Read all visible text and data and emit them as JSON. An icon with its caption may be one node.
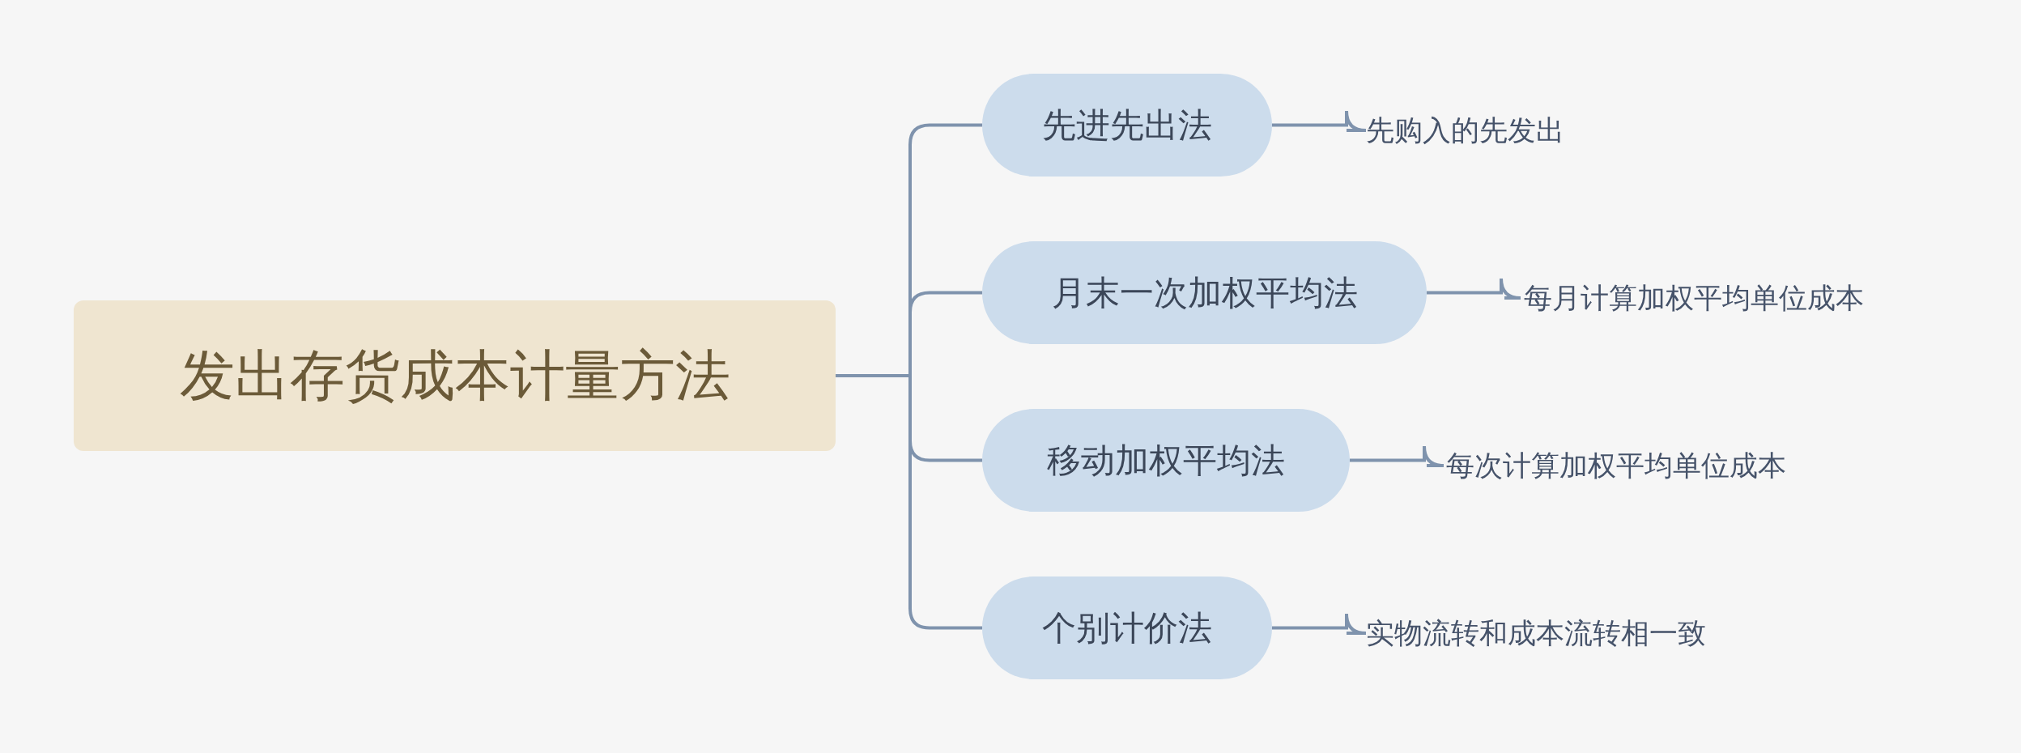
{
  "diagram": {
    "nodes": [
      {
        "text": [
          "发出存货成本计量方法"
        ]
      },
      {
        "text": [
          "先进先出法"
        ]
      },
      {
        "text": [
          "月末一次加权平均法"
        ]
      },
      {
        "text": [
          "移动加权平均法"
        ]
      },
      {
        "text": [
          "个别计价法"
        ]
      },
      {
        "text": [
          "先购入的先发出"
        ]
      },
      {
        "text": [
          "每月计算加权平均单位成本"
        ]
      },
      {
        "text": [
          "每次计算加权平均单位成本"
        ]
      },
      {
        "text": [
          "实物流转和成本流转相一致"
        ]
      }
    ],
    "edges": [
      {
        "from": 0,
        "to": 1,
        "arrow": "none"
      },
      {
        "from": 0,
        "to": 2,
        "arrow": "none"
      },
      {
        "from": 0,
        "to": 3,
        "arrow": "none"
      },
      {
        "from": 0,
        "to": 4,
        "arrow": "none"
      },
      {
        "from": 1,
        "to": 5,
        "arrow": "none"
      },
      {
        "from": 2,
        "to": 6,
        "arrow": "none"
      },
      {
        "from": 3,
        "to": 7,
        "arrow": "none"
      },
      {
        "from": 4,
        "to": 8,
        "arrow": "none"
      }
    ]
  }
}
